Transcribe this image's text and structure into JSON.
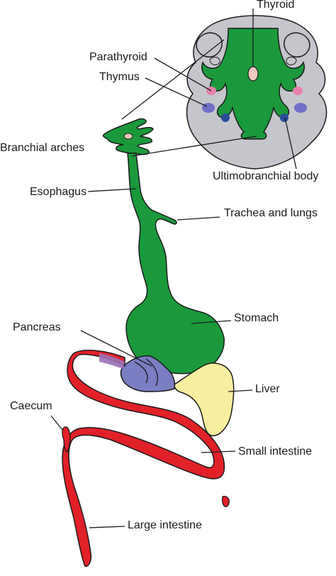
{
  "labels": {
    "thyroid": "Thyroid",
    "parathyroid": "Parathyroid",
    "thymus": "Thymus",
    "branchial_arches": "Branchial arches",
    "ultimobranchial_body": "Ultimobranchial body",
    "esophagus": "Esophagus",
    "trachea_and_lungs": "Trachea and lungs",
    "stomach": "Stomach",
    "pancreas": "Pancreas",
    "liver": "Liver",
    "caecum": "Caecum",
    "small_intestine": "Small intestine",
    "large_intestine": "Large intestine"
  },
  "colors": {
    "gut_green": "#1a9a3c",
    "outline": "#1b1b1b",
    "section_gray": "#c4c6cc",
    "thyroid_pink": "#f2c8c0",
    "parathyroid_pink": "#e880b0",
    "thymus_blue": "#7070c8",
    "ultimobranchial_blue": "#2a4c9a",
    "pancreas_blue": "#7a7ec2",
    "liver_yellow": "#f8eea0",
    "intestine_red": "#e22028"
  }
}
